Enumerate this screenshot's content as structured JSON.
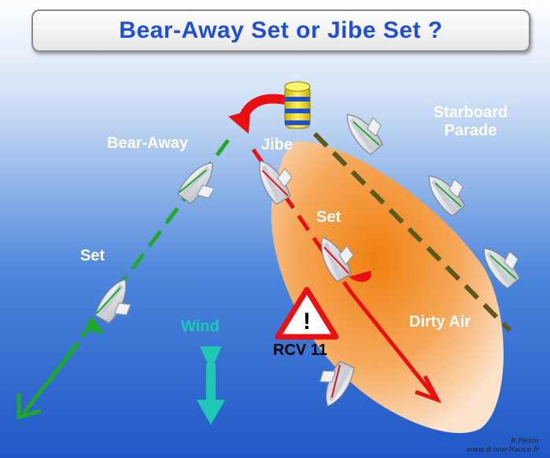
{
  "title": "Bear-Away Set or Jibe Set ?",
  "labels": {
    "bear_away": "Bear-Away",
    "jibe": "Jibe",
    "set_left": "Set",
    "set_center": "Set",
    "starboard_line1": "Starboard",
    "starboard_line2": "Parade",
    "dirty_air": "Dirty Air",
    "wind": "Wind",
    "rcv": "RCV 11",
    "warning_mark": "!"
  },
  "credit": {
    "author": "R.Perrin",
    "site": "www.d-one-france.fr"
  },
  "colors": {
    "bear_away_path": "#1fa82a",
    "jibe_path": "#e81010",
    "starboard_path": "#5a5a1e",
    "wind_arrow": "#1ec8b4",
    "title": "#1f4fd6",
    "dirty_air": "#f08c1e"
  }
}
